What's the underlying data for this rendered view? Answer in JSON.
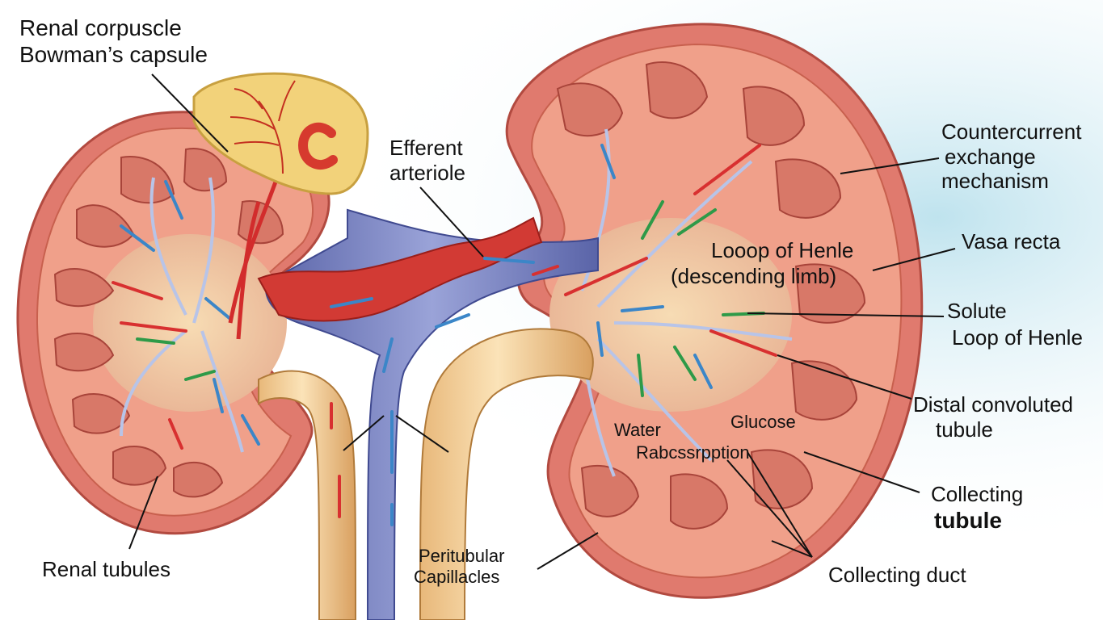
{
  "labels": {
    "renal_corpuscle": {
      "line1": "Renal corpuscle",
      "line2": "Bowman’s capsule"
    },
    "efferent_arteriole": {
      "line1": "Efferent",
      "line2": "arteriole"
    },
    "countercurrent": {
      "line1": "Countercurrent",
      "line2": "exchange",
      "line3": "mechanism"
    },
    "loop_descending": {
      "line1": "Looop of Henle",
      "line2": "(descending limb)"
    },
    "vasa_recta": "Vasa recta",
    "solute_loop": {
      "line1": "Solute",
      "line2": "Loop of Henle"
    },
    "distal": {
      "line1": "Distal convoluted",
      "line2": "tubule"
    },
    "glucose": "Glucose",
    "water_reabsorption": {
      "line1": "Water",
      "line2": "Rabcssrpption"
    },
    "collecting_tubule": {
      "line1": "Collecting",
      "line2": "tubule"
    },
    "renal_tubules": "Renal tubules",
    "peritubular": {
      "line1": "Peritubular",
      "line2": "Capillacles"
    },
    "collecting_duct": "Collecting duct"
  }
}
